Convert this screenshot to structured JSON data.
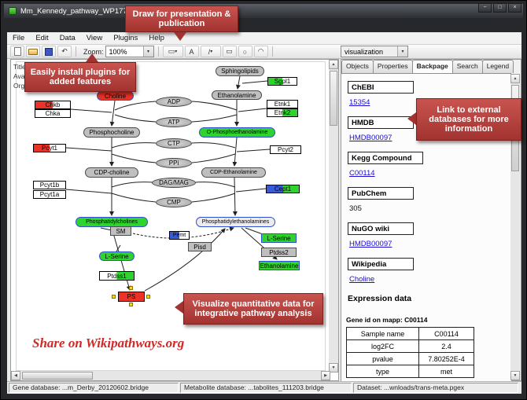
{
  "window": {
    "title": "Mm_Kennedy_pathway_WP1771_45176.gp..."
  },
  "icons": {
    "app": "pathvisio-logo",
    "titlebar_min": "−",
    "titlebar_max": "□",
    "titlebar_close": "×",
    "undo": "↶",
    "datanode_tool": "▭",
    "label_tool": "A",
    "line_tool": "/",
    "rect_tool": "▭",
    "oval_tool": "○",
    "arc_tool": "◠",
    "combo_arrow": "▾",
    "scroll_up": "▲",
    "scroll_down": "▼",
    "scroll_left": "◀",
    "scroll_right": "▶"
  },
  "menu": {
    "items": [
      "File",
      "Edit",
      "Data",
      "View",
      "Plugins",
      "Help"
    ]
  },
  "toolbar": {
    "zoom_label": "Zoom:",
    "zoom_value": "100%",
    "visualization_value": "visualization"
  },
  "canvas_info": {
    "lines": [
      "Title:",
      "Avail",
      "Organ"
    ]
  },
  "callouts": {
    "draw": "Draw for presentation & publication",
    "plugins": "Easily install plugins for added features",
    "link": "Link  to external databases  for more information",
    "visualize": "Visualize quantitative data  for integrative pathway analysis",
    "share": "Share on Wikipathways.org"
  },
  "pathway": {
    "nodes": {
      "sphingolipids": {
        "label": "Sphingolipids"
      },
      "sgpl1": {
        "label": "Sgpl1"
      },
      "choline": {
        "label": "Choline"
      },
      "ethanolamine_top": {
        "label": "Ethanolamine"
      },
      "chkb": {
        "label": "Chkb"
      },
      "chka": {
        "label": "Chka"
      },
      "adp": {
        "label": "ADP"
      },
      "atp": {
        "label": "ATP"
      },
      "etnk1": {
        "label": "Etnk1"
      },
      "etnk2": {
        "label": "Etnk2"
      },
      "phosphocholine": {
        "label": "Phosphocholine"
      },
      "o_phosphoethanolamine": {
        "label": "O-Phosphoethanolamine"
      },
      "ctp": {
        "label": "CTP"
      },
      "pcyt1": {
        "label": "Pcyt1"
      },
      "pcyt2": {
        "label": "Pcyt2"
      },
      "ppi": {
        "label": "PPi"
      },
      "cdp_choline": {
        "label": "CDP-choline"
      },
      "cdp_ethanolamine": {
        "label": "CDP-Ethanolamine"
      },
      "dag_mag": {
        "label": "DAG/MAG"
      },
      "pcyt1b": {
        "label": "Pcyt1b"
      },
      "pcyt1a": {
        "label": "Pcyt1a"
      },
      "cept1": {
        "label": "Cept1"
      },
      "cmp": {
        "label": "CMP"
      },
      "phosphatidylcholines": {
        "label": "Phosphatidylcholines"
      },
      "phosphatidylethanolamines": {
        "label": "Phosphatidylethanolamines"
      },
      "sm": {
        "label": "SM"
      },
      "pemt": {
        "label": "Pemt"
      },
      "pisd": {
        "label": "Pisd"
      },
      "l_serine_left": {
        "label": "L-Serine"
      },
      "l_serine_right": {
        "label": "L-Serine"
      },
      "ptdss1": {
        "label": "Ptdss1"
      },
      "ptdss2": {
        "label": "Ptdss2"
      },
      "ethanolamine_bottom": {
        "label": "Ethanolamine"
      },
      "ps_selected": {
        "label": "PS"
      }
    }
  },
  "side_panel": {
    "tabs": [
      {
        "label": "Objects"
      },
      {
        "label": "Properties"
      },
      {
        "label": "Backpage"
      },
      {
        "label": "Search"
      },
      {
        "label": "Legend"
      }
    ],
    "sections": [
      {
        "header": "ChEBI",
        "value": "15354"
      },
      {
        "header": "HMDB",
        "value": "HMDB00097"
      },
      {
        "header": "Kegg Compound",
        "value": "C00114"
      },
      {
        "header": "PubChem",
        "value": "305"
      },
      {
        "header": "NuGO wiki",
        "value": "HMDB00097"
      },
      {
        "header": "Wikipedia",
        "value": "Choline"
      }
    ],
    "expression_title": "Expression data",
    "gene_id_line": "Gene id on mapp: C00114",
    "table": {
      "rows": [
        [
          "Sample name",
          "C00114"
        ],
        [
          "log2FC",
          "2.4"
        ],
        [
          "pvalue",
          "7.80252E-4"
        ],
        [
          "type",
          "met"
        ]
      ]
    }
  },
  "statusbar": {
    "gene_db": "Gene database: ...m_Derby_20120602.bridge",
    "metabolite_db": "Metabolite database: ...tabolites_111203.bridge",
    "dataset": "Dataset: ...wnloads/trans-meta.pgex"
  }
}
